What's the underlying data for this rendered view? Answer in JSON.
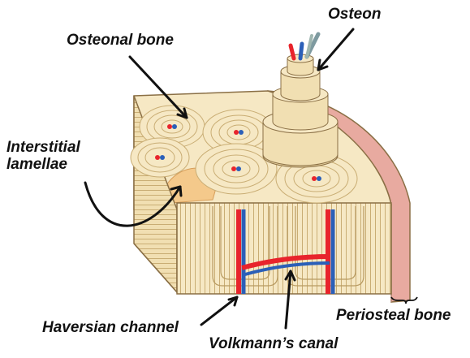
{
  "labels": {
    "osteon": "Osteon",
    "osteonal_bone": "Osteonal bone",
    "interstitial_line1": "Interstitial",
    "interstitial_line2": "lamellae",
    "periosteal_bone": "Periosteal bone",
    "haversian_channel": "Haversian channel",
    "volkmanns_canal": "Volkmann’s canal"
  },
  "colors": {
    "bone_light": "#f6e8c4",
    "bone_mid": "#e9d4a0",
    "lamella_line": "#c9ad74",
    "outline": "#8a6f45",
    "periosteum": "#e8aaa0",
    "interstitial": "#f4c98b",
    "artery": "#e8242c",
    "vein": "#2b5fb8",
    "arrow": "#111111"
  }
}
